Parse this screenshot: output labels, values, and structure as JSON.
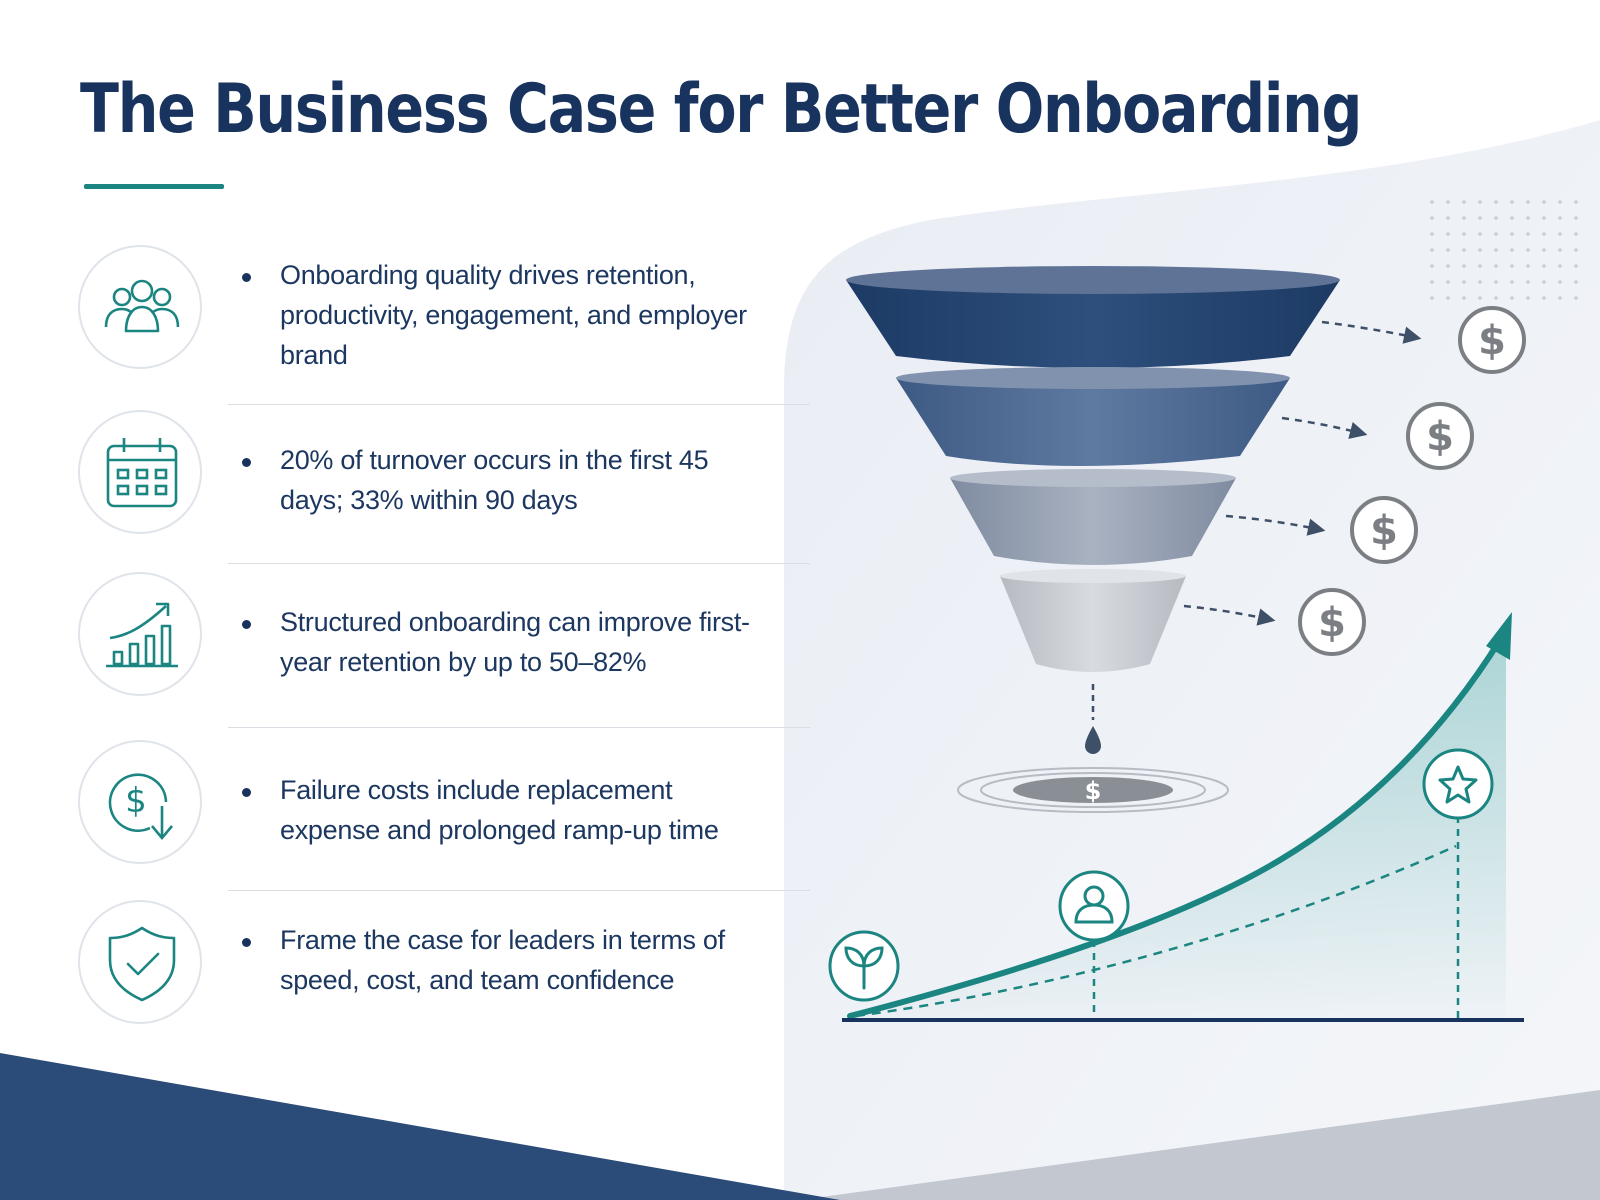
{
  "title": "The Business Case for Better Onboarding",
  "points": [
    {
      "icon": "team-icon",
      "text": "Onboarding quality drives retention, productivity, engagement, and employer brand"
    },
    {
      "icon": "calendar-icon",
      "text": "20% of turnover occurs in the first 45 days; 33% within 90 days"
    },
    {
      "icon": "growth-chart-icon",
      "text": "Structured onboarding can improve first-year retention by up to 50–82%"
    },
    {
      "icon": "dollar-down-icon",
      "text": "Failure costs include replacement expense and prolonged ramp-up time"
    },
    {
      "icon": "shield-check-icon",
      "text": "Frame the case for leaders in terms of speed, cost, and team confidence"
    }
  ],
  "funnel": {
    "tiers": 4,
    "coin_symbol": "$"
  },
  "growth": {
    "milestones": [
      "sprout-icon",
      "person-icon",
      "star-icon"
    ]
  },
  "colors": {
    "navy": "#17335e",
    "teal": "#1b8582",
    "funnel_top": "#24456f",
    "funnel_bottom": "#c9cdd3",
    "coin": "#7b7f84"
  }
}
